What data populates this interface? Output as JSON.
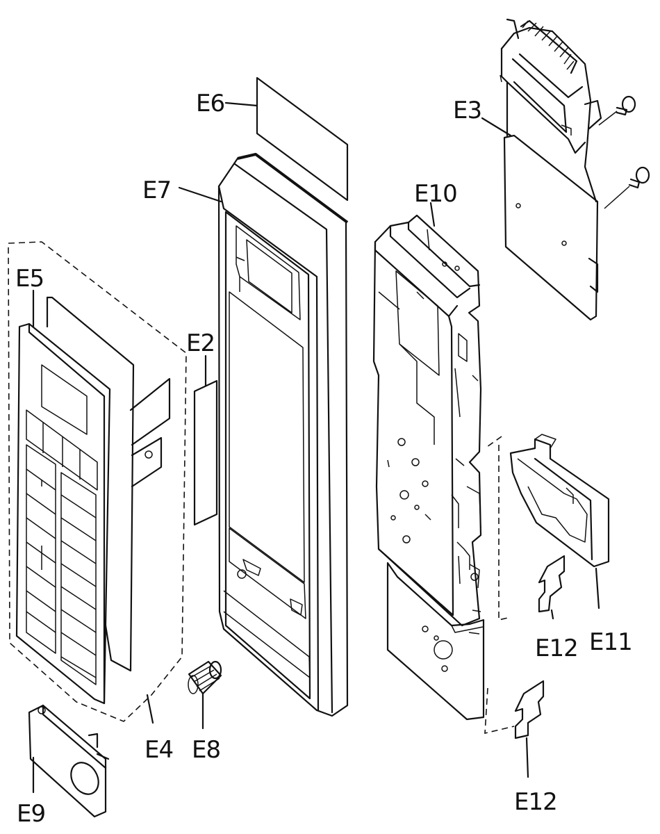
{
  "labels": {
    "e2": "E2",
    "e3": "E3",
    "e4": "E4",
    "e5": "E5",
    "e6": "E6",
    "e7": "E7",
    "e8": "E8",
    "e9": "E9",
    "e10": "E10",
    "e11": "E11",
    "e12a": "E12",
    "e12b": "E12"
  },
  "colors": {
    "ink": "#111111",
    "background": "#ffffff"
  }
}
